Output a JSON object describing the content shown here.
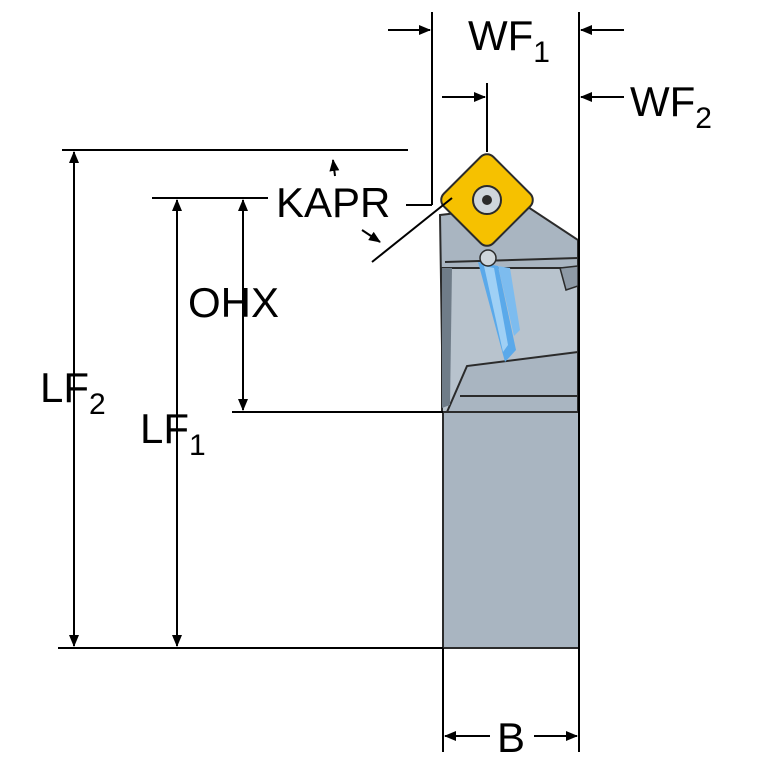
{
  "labels": {
    "wf1": {
      "main": "WF",
      "sub": "1"
    },
    "wf2": {
      "main": "WF",
      "sub": "2"
    },
    "kapr": "KAPR",
    "ohx": "OHX",
    "lf1": {
      "main": "LF",
      "sub": "1"
    },
    "lf2": {
      "main": "LF",
      "sub": "2"
    },
    "b": "B"
  },
  "colors": {
    "holder_body": "#a9b5c1",
    "holder_edge": "#2b2b2b",
    "insert": "#f6c100",
    "screw": "#cfd6dc",
    "coolant": "#5aa9ea",
    "lines": "#000000"
  },
  "icons": {
    "insert": "square-insert-icon",
    "screw": "torx-screw-icon"
  }
}
